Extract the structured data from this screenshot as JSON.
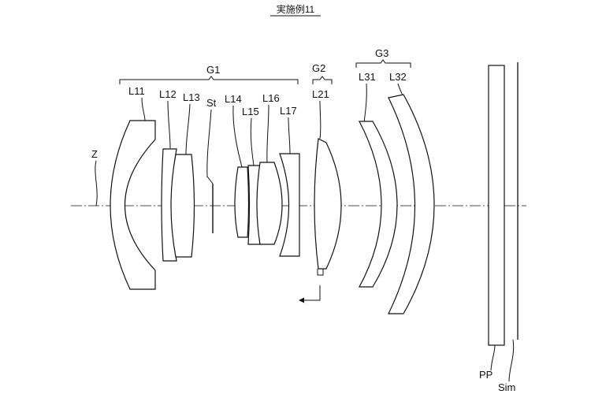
{
  "title": "実施例11",
  "labels": {
    "optical_axis": "Z",
    "group1": "G1",
    "group2": "G2",
    "group3": "G3",
    "lens_L11": "L11",
    "lens_L12": "L12",
    "lens_L13": "L13",
    "stop": "St",
    "lens_L14": "L14",
    "lens_L15": "L15",
    "lens_L16": "L16",
    "lens_L17": "L17",
    "lens_L21": "L21",
    "lens_L31": "L31",
    "lens_L32": "L32",
    "plate": "PP",
    "image_plane": "Sim"
  },
  "colors": {
    "line": "#111111",
    "background": "#ffffff"
  }
}
